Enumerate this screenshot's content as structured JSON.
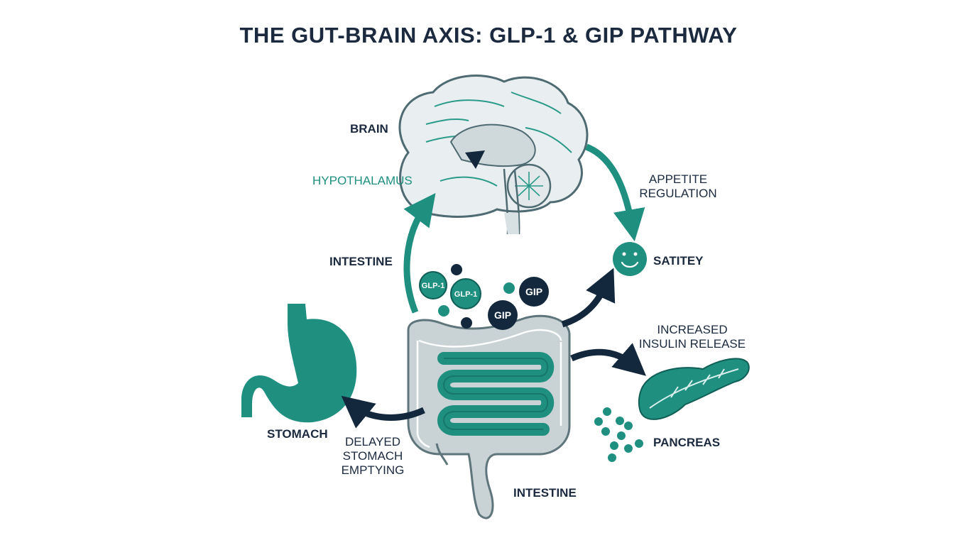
{
  "title": "THE GUT-BRAIN AXIS: GLP-1 & GIP PATHWAY",
  "colors": {
    "teal": "#1f8f80",
    "navy": "#13283d",
    "organ_gray": "#c9d3d6",
    "text": "#1b2a3f"
  },
  "labels": {
    "brain": "BRAIN",
    "hypothalamus": "HYPOTHALAMUS",
    "intestine_top": "INTESTINE",
    "appetite_line1": "APPETITE",
    "appetite_line2": "REGULATION",
    "satiety": "SATITEY",
    "insulin_line1": "INCREASED",
    "insulin_line2": "INSULIN RELEASE",
    "pancreas": "PANCREAS",
    "stomach": "STOMACH",
    "delayed_line1": "DELAYED",
    "delayed_line2": "STOMACH",
    "delayed_line3": "EMPTYING",
    "intestine_bottom": "INTESTINE"
  },
  "molecules": {
    "glp1_a": "GLP-1",
    "glp1_b": "GLP-1",
    "gip_a": "GIP",
    "gip_b": "GIP"
  },
  "icons": [
    "brain-icon",
    "stomach-icon",
    "intestine-icon",
    "pancreas-icon",
    "satiety-smiley-icon"
  ]
}
